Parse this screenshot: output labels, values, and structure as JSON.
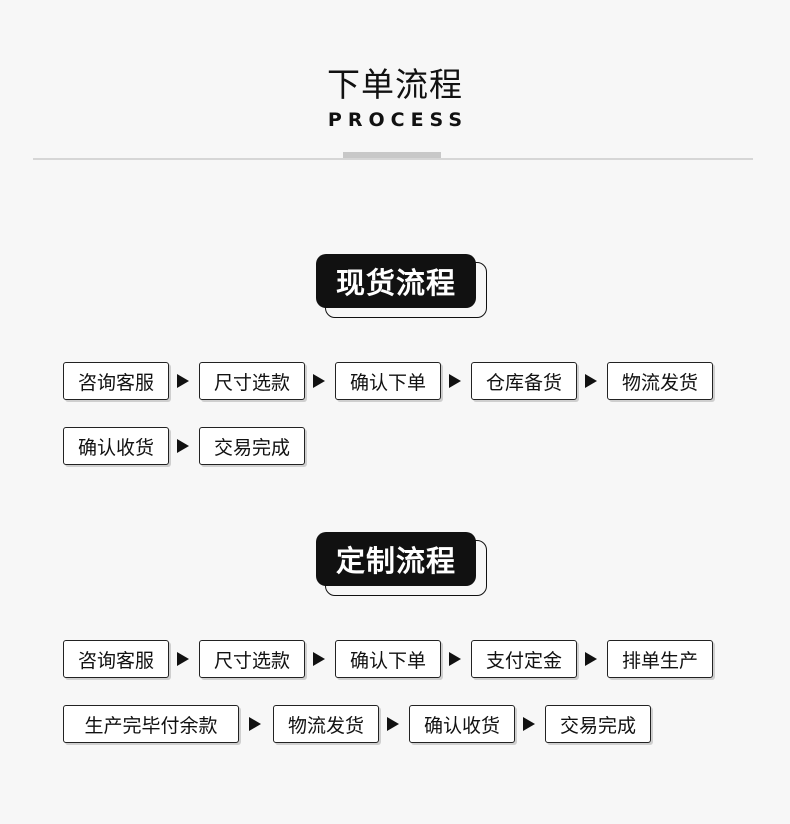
{
  "header": {
    "title": "下单流程",
    "subtitle": "PROCESS"
  },
  "sections": [
    {
      "title": "现货流程",
      "rows": [
        [
          "咨询客服",
          "尺寸选款",
          "确认下单",
          "仓库备货",
          "物流发货"
        ],
        [
          "确认收货",
          "交易完成"
        ]
      ]
    },
    {
      "title": "定制流程",
      "rows": [
        [
          "咨询客服",
          "尺寸选款",
          "确认下单",
          "支付定金",
          "排单生产"
        ],
        [
          "生产完毕付余款",
          "物流发货",
          "确认收货",
          "交易完成"
        ]
      ]
    }
  ],
  "arrow_icon": "triangle-right-icon"
}
